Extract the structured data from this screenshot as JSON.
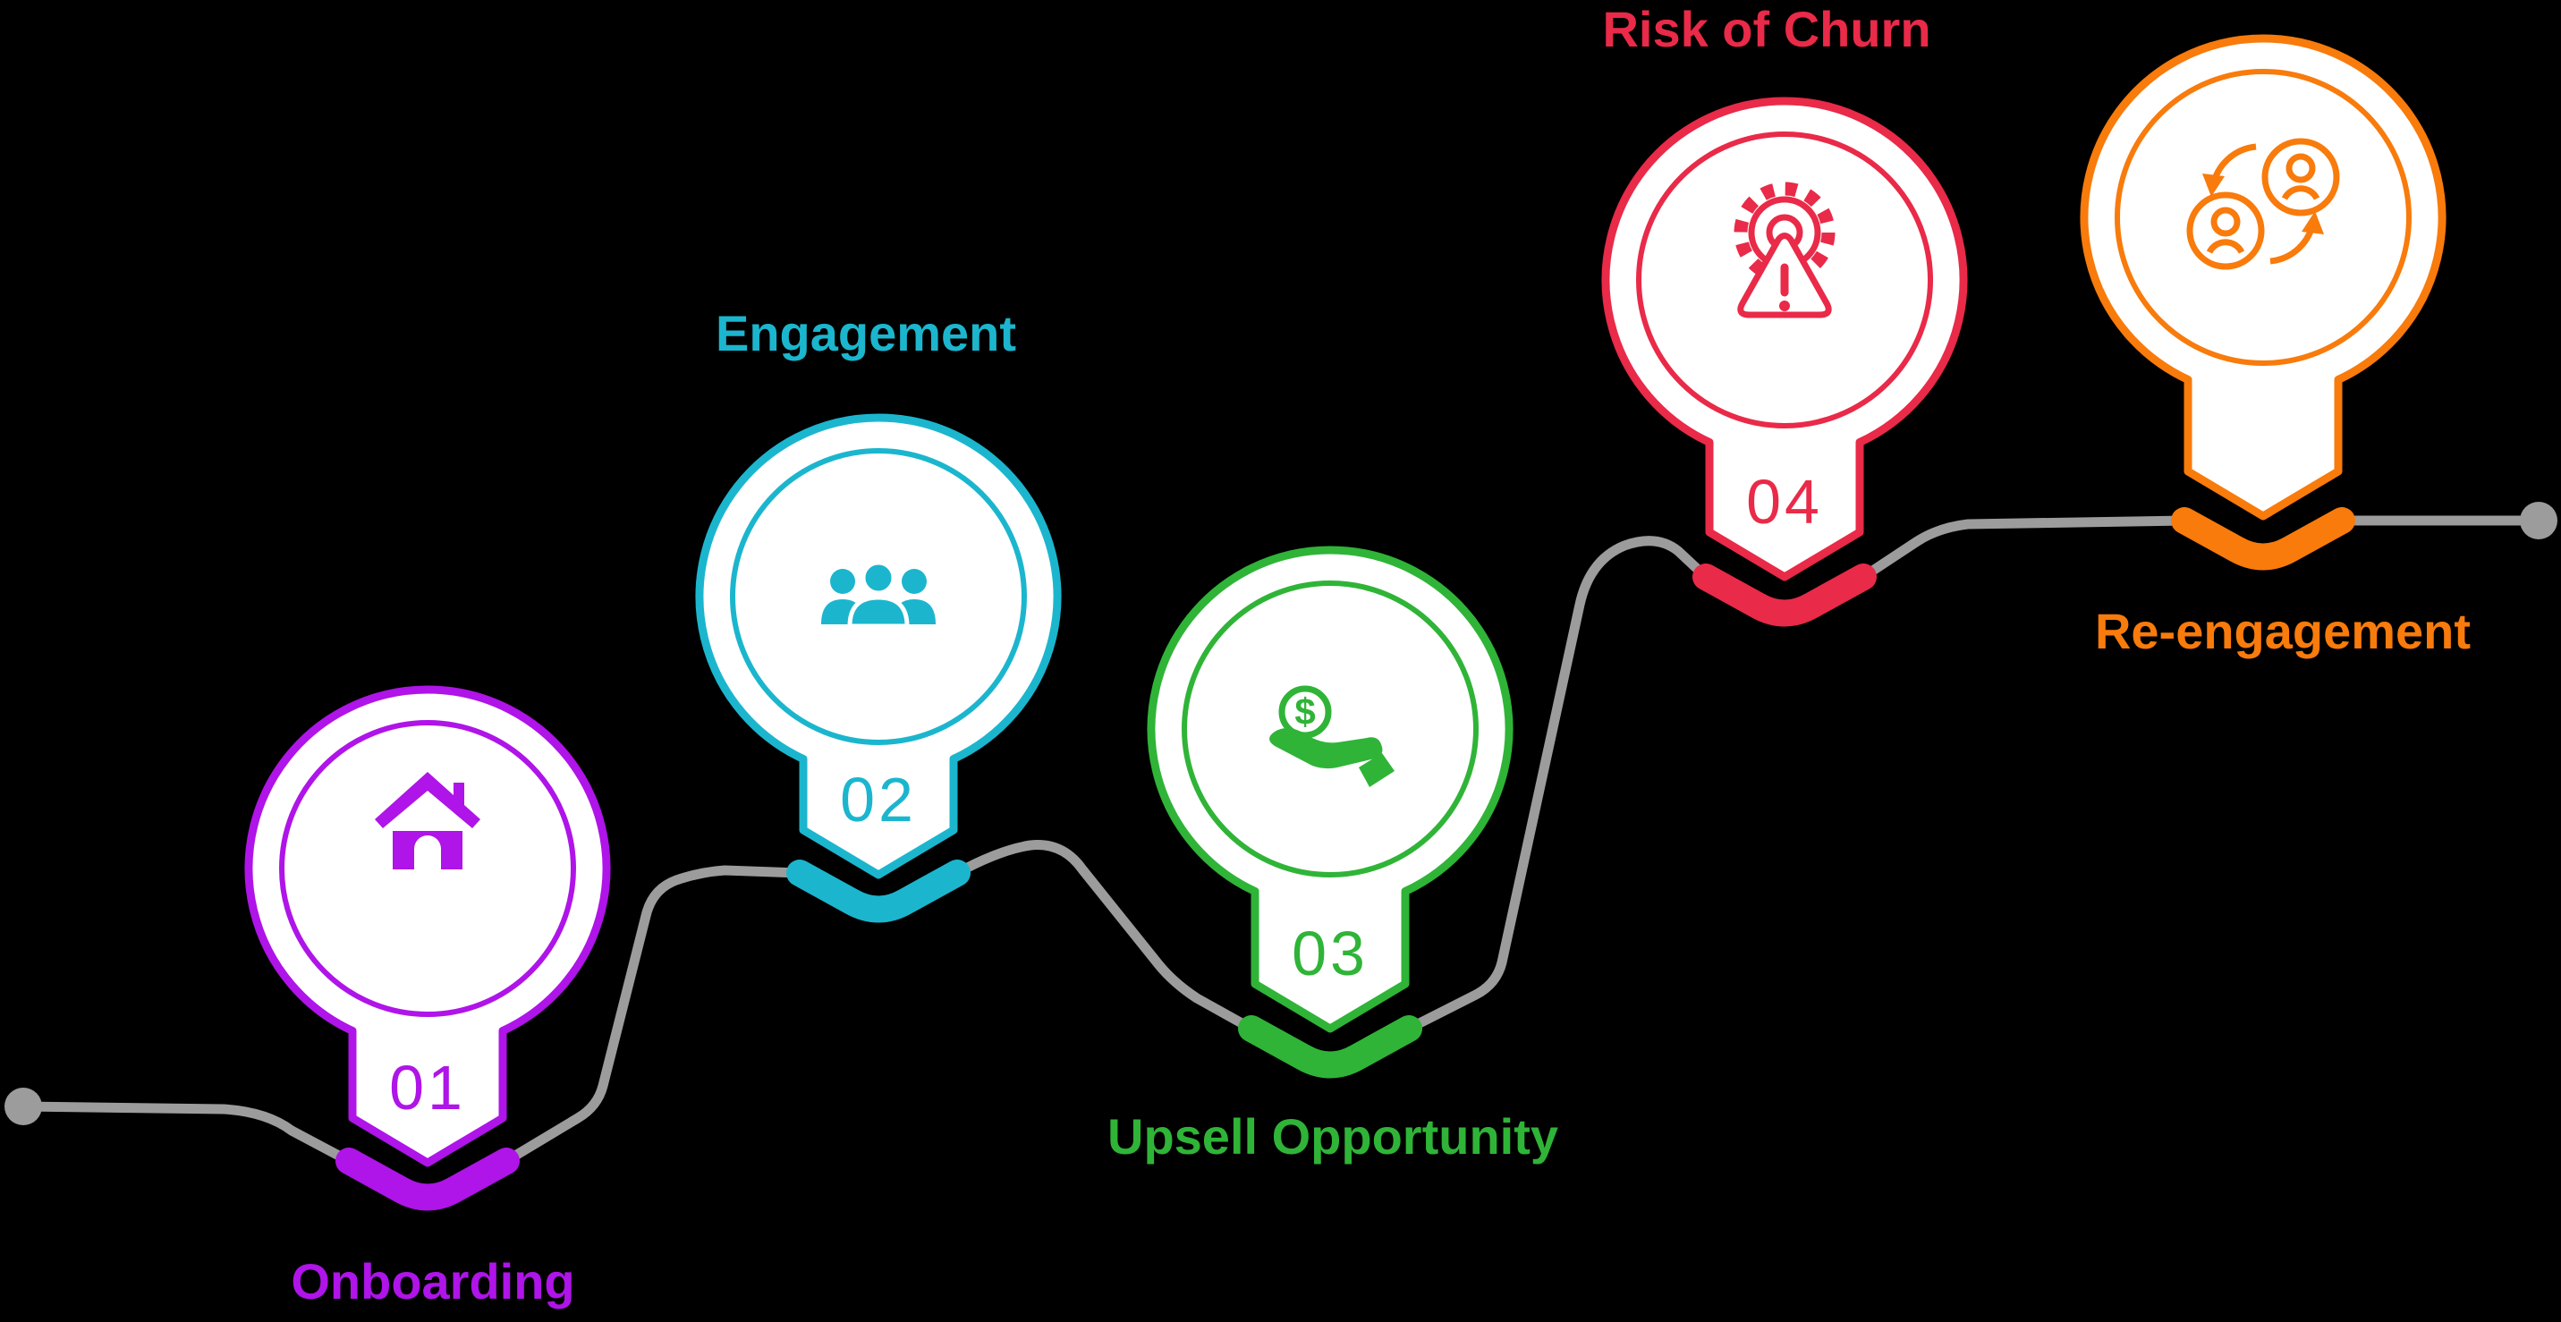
{
  "colors": {
    "background": "#000000",
    "path_gray": "#9C9C9C",
    "white": "#FFFFFF"
  },
  "stages": [
    {
      "number": "01",
      "label": "Onboarding",
      "color": "#AF14E8",
      "icon": "house-icon",
      "label_position": "below"
    },
    {
      "number": "02",
      "label": "Engagement",
      "color": "#1BB6CE",
      "icon": "people-group-icon",
      "label_position": "above"
    },
    {
      "number": "03",
      "label": "Upsell Opportunity",
      "color": "#2FB437",
      "icon": "hand-coin-icon",
      "icon_glyph": "$",
      "label_position": "below"
    },
    {
      "number": "04",
      "label": "Risk of Churn",
      "color": "#E92A48",
      "icon": "gear-warning-icon",
      "label_position": "above"
    },
    {
      "label": "Re-engagement",
      "color": "#F87B0C",
      "icon": "users-cycle-icon",
      "label_position": "below"
    }
  ]
}
